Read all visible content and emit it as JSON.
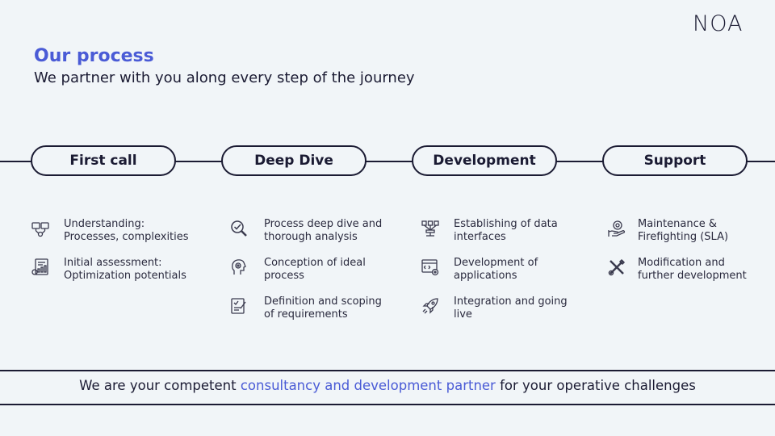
{
  "brand": {
    "logo": "NOA"
  },
  "header": {
    "title": "Our process",
    "subtitle": "We partner with you along every step of the journey"
  },
  "stages": [
    {
      "label": "First call"
    },
    {
      "label": "Deep Dive"
    },
    {
      "label": "Development"
    },
    {
      "label": "Support"
    }
  ],
  "items": {
    "first_call": [
      {
        "line1": "Understanding:",
        "line2": "Processes, complexities",
        "icon": "monitor-icon"
      },
      {
        "line1": "Initial assessment:",
        "line2": "Optimization potentials",
        "icon": "report-chart-icon"
      }
    ],
    "deep_dive": [
      {
        "line1": "Process deep dive and",
        "line2": "thorough analysis",
        "icon": "magnifier-check-icon"
      },
      {
        "line1": "Conception of ideal",
        "line2": "process",
        "icon": "gear-head-icon"
      },
      {
        "line1": "Definition and scoping",
        "line2": "of requirements",
        "icon": "checklist-icon"
      }
    ],
    "development": [
      {
        "line1": "Establishing of data",
        "line2": "interfaces",
        "icon": "data-network-icon"
      },
      {
        "line1": "Development of",
        "line2": "applications",
        "icon": "code-window-icon"
      },
      {
        "line1": "Integration and going",
        "line2": "live",
        "icon": "rocket-icon"
      }
    ],
    "support": [
      {
        "line1": "Maintenance &",
        "line2": "Firefighting (SLA)",
        "icon": "hand-gear-icon"
      },
      {
        "line1": "Modification and",
        "line2": "further development",
        "icon": "tools-icon"
      }
    ]
  },
  "footer": {
    "part1": "We are your competent ",
    "highlight": "consultancy and development partner",
    "part2": " for your operative challenges"
  },
  "colors": {
    "accent": "#4a5bd6",
    "ink": "#1b1b33",
    "background": "#f1f5f8"
  }
}
